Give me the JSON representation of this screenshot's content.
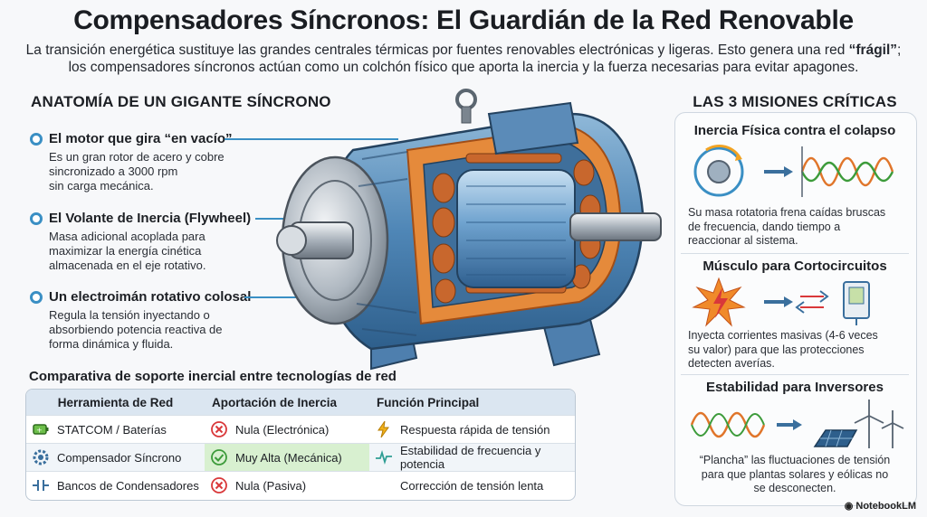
{
  "title": "Compensadores Síncronos: El Guardián de la Red Renovable",
  "subtitle": {
    "line1_pre": "La transición energética sustituye las grandes centrales térmicas por fuentes renovables electrónicas y ligeras. Esto genera una red ",
    "line1_bold": "“frágil”",
    "line1_post": ";",
    "line2": "los compensadores síncronos actúan como un colchón físico que aporta la inercia y la fuerza necesarias para evitar apagones."
  },
  "anatomy": {
    "heading": "ANATOMÍA DE UN GIGANTE SÍNCRONO",
    "features": [
      {
        "title": "El motor que gira “en vacío”",
        "lines": [
          "Es un gran rotor de acero y cobre",
          "sincronizado a 3000 rpm",
          "sin carga mecánica."
        ]
      },
      {
        "title": "El Volante de Inercia (Flywheel)",
        "lines": [
          "Masa adicional acoplada para",
          "maximizar la energía cinética",
          "almacenada en el eje rotativo."
        ]
      },
      {
        "title": "Un electroimán rotativo colosal",
        "lines": [
          "Regula la tensión inyectando o",
          "absorbiendo potencia reactiva de",
          "forma dinámica y fluida."
        ]
      }
    ]
  },
  "missions": {
    "heading": "LAS 3 MISIONES CRÍTICAS",
    "items": [
      {
        "title": "Inercia Física contra el colapso",
        "lines": [
          "Su masa rotatoria frena caídas bruscas",
          "de frecuencia, dando tiempo a",
          "reaccionar al sistema."
        ]
      },
      {
        "title": "Músculo para Cortocircuitos",
        "lines": [
          "Inyecta corrientes masivas (4-6 veces",
          "su valor) para que las protecciones",
          "detecten averías."
        ]
      },
      {
        "title": "Estabilidad para Inversores",
        "lines": [
          "“Plancha” las fluctuaciones de tensión",
          "para que plantas solares y eólicas no",
          "se desconecten."
        ]
      }
    ]
  },
  "comparison": {
    "heading": "Comparativa de soporte inercial entre tecnologías de red",
    "columns": [
      "Herramienta de Red",
      "Aportación de Inercia",
      "Función Principal"
    ],
    "rows": [
      {
        "tool": "STATCOM / Baterías",
        "inertia": "Nula (Electrónica)",
        "function": "Respuesta rápida de tensión"
      },
      {
        "tool": "Compensador Síncrono",
        "inertia": "Muy Alta (Mecánica)",
        "function": "Estabilidad de frecuencia y potencia"
      },
      {
        "tool": "Bancos de Condensadores",
        "inertia": "Nula (Pasiva)",
        "function": "Corrección de tensión lenta"
      }
    ]
  },
  "brand": "NotebookLM",
  "colors": {
    "accent": "#3a8fc4",
    "danger": "#d9383a",
    "ok": "#3c9b3a",
    "highlight": "#d8f0d0",
    "copper": "#c8672d"
  }
}
